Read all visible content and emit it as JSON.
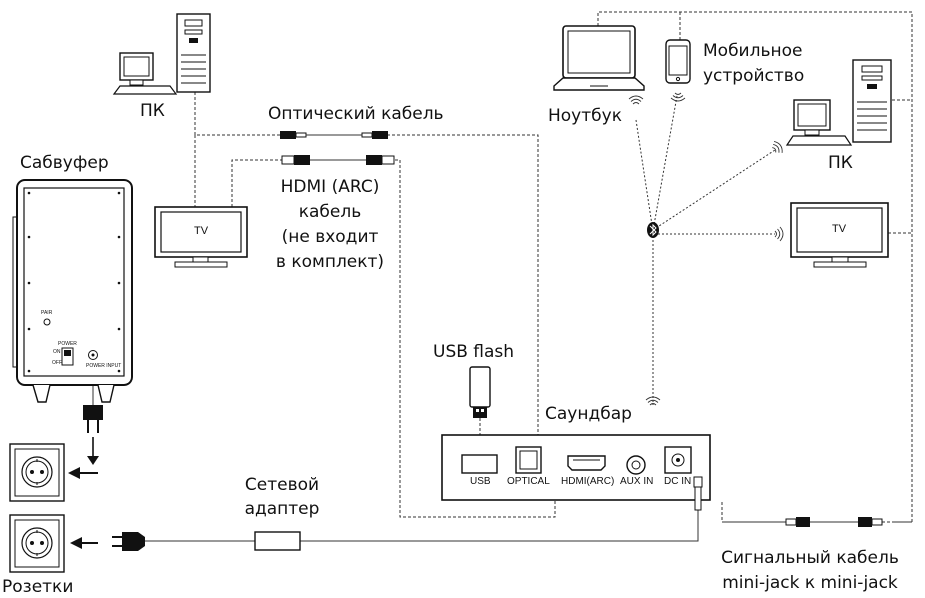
{
  "labels": {
    "pc_left": "ПК",
    "subwoofer": "Сабвуфер",
    "optical_cable": "Оптический кабель",
    "hdmi_cable": [
      "HDMI (ARC)",
      "кабель",
      "(не входит",
      "в комплект)"
    ],
    "laptop": "Ноутбук",
    "mobile": [
      "Мобильное",
      "устройство"
    ],
    "pc_right": "ПК",
    "usb_flash": "USB flash",
    "soundbar": "Саундбар",
    "adapter": [
      "Сетевой",
      "адаптер"
    ],
    "outlets": "Розетки",
    "signal_cable": [
      "Сигнальный кабель",
      "mini-jack к mini-jack"
    ]
  },
  "tv_label": "TV",
  "ports": {
    "usb": "USB",
    "optical": "OPTICAL",
    "hdmi": "HDMI(ARC)",
    "aux": "AUX IN",
    "dc": "DC IN"
  },
  "subwoofer_panel": {
    "pair": "PAIR",
    "power": "POWER",
    "on": "ON",
    "off": "OFF",
    "power_input": "POWER INPUT"
  },
  "icons": [
    "bluetooth-icon",
    "signal-waves-icon",
    "power-plug-icon",
    "outlet-icon"
  ]
}
